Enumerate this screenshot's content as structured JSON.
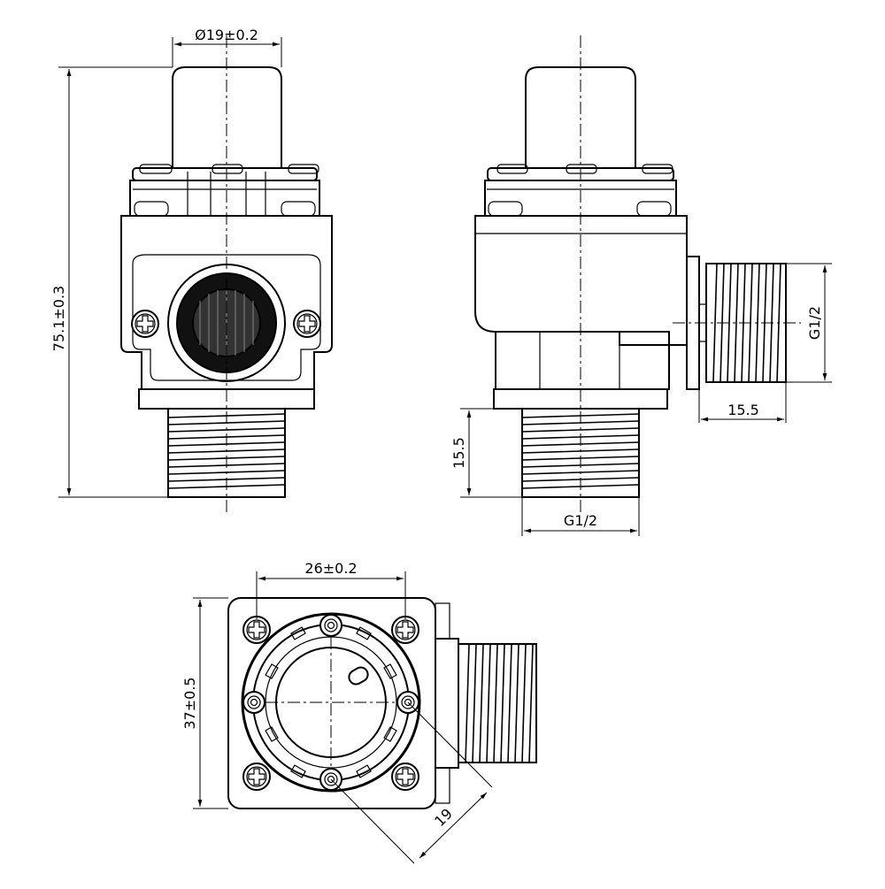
{
  "drawing": {
    "dimensions": {
      "top_diameter": "Ø19±0.2",
      "total_height": "75.1±0.3",
      "right_thread_spec": "G1/2",
      "right_thread_length": "15.5",
      "bottom_thread_length": "15.5",
      "bottom_thread_spec": "G1/2",
      "bolt_spacing": "26±0.2",
      "body_height": "37±0.5",
      "diagonal": "19"
    }
  }
}
